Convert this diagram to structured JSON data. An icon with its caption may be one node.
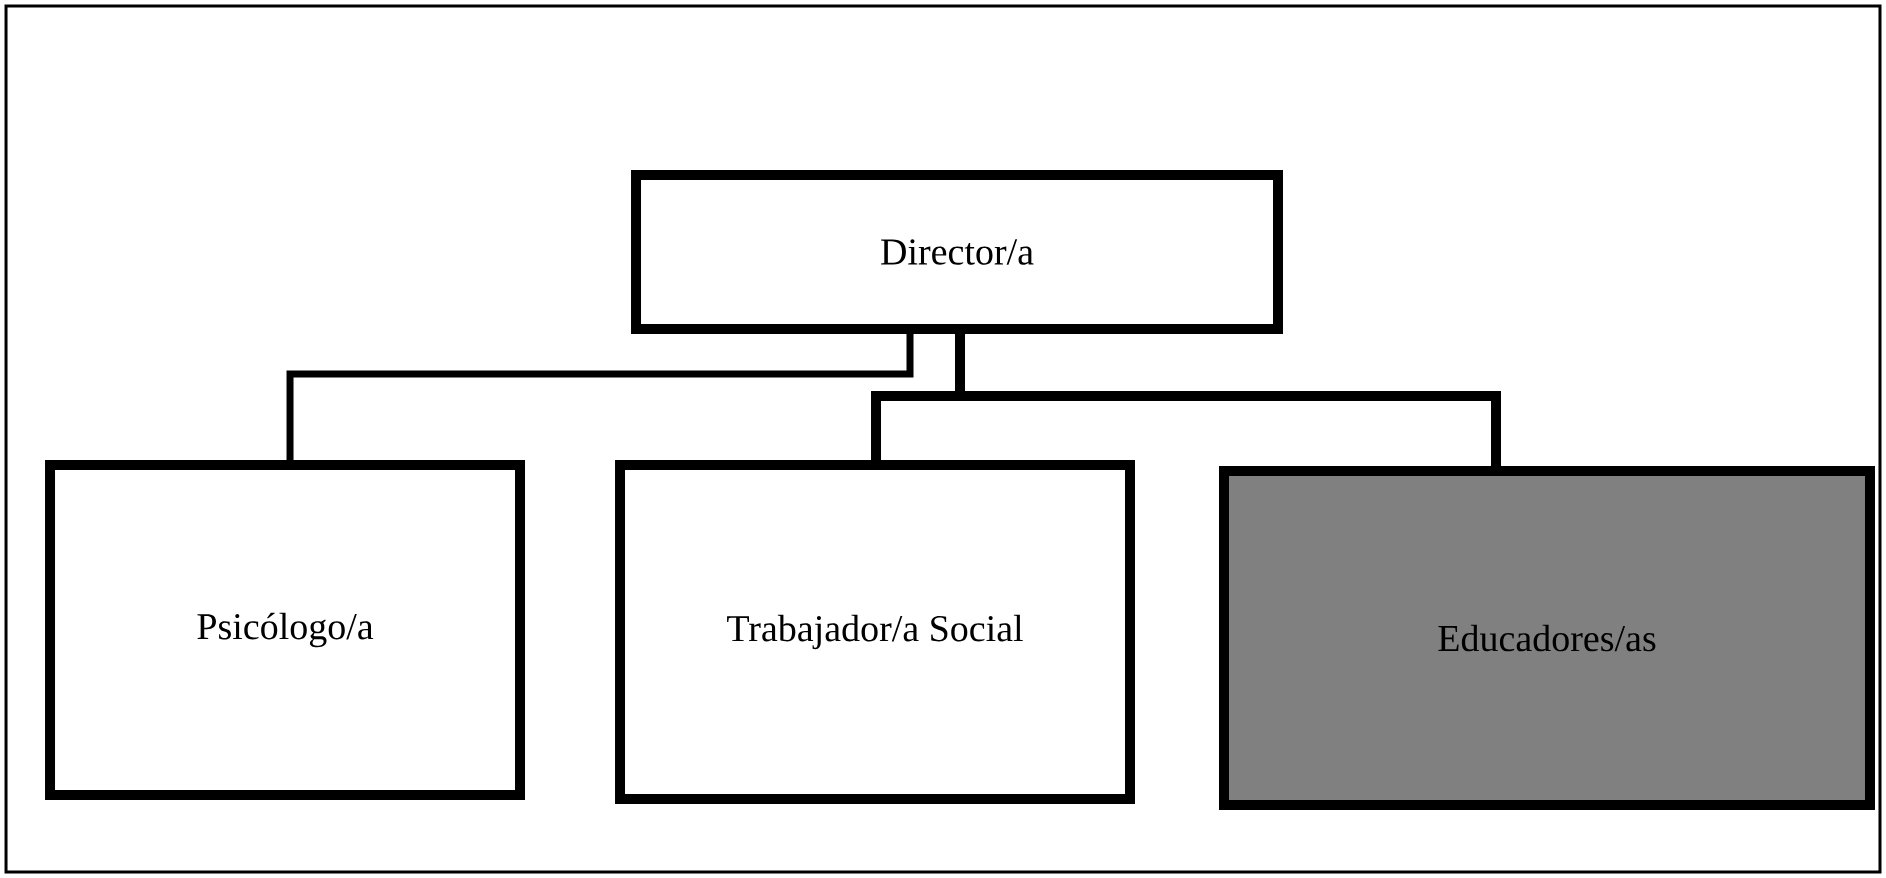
{
  "diagram": {
    "nodes": [
      {
        "text": [
          "Director/a"
        ]
      },
      {
        "text": [
          "Psicólogo/a"
        ]
      },
      {
        "text": [
          "Trabajador/a Social"
        ]
      },
      {
        "text": [
          "Educadores/as"
        ]
      }
    ],
    "edges": [
      {
        "from": 0,
        "to": 1,
        "arrow": "none"
      },
      {
        "from": 0,
        "to": 2,
        "arrow": "none"
      },
      {
        "from": 0,
        "to": 3,
        "arrow": "none"
      }
    ]
  }
}
